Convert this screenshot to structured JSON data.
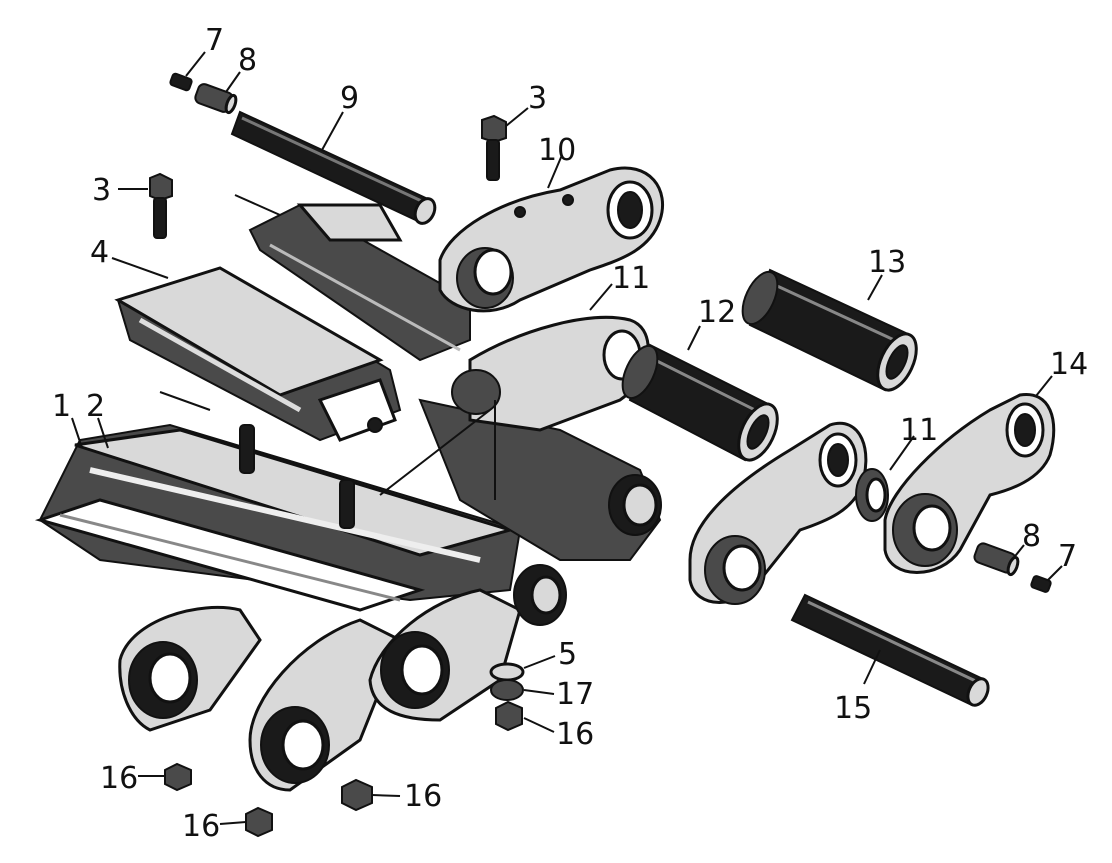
{
  "callouts": {
    "c1": "1",
    "c2": "2",
    "c3a": "3",
    "c3b": "3",
    "c4": "4",
    "c5": "5",
    "c7a": "7",
    "c7b": "7",
    "c8a": "8",
    "c8b": "8",
    "c9": "9",
    "c10": "10",
    "c11a": "11",
    "c11b": "11",
    "c12": "12",
    "c13": "13",
    "c14": "14",
    "c15": "15",
    "c16a": "16",
    "c16b": "16",
    "c16c": "16",
    "c16d": "16",
    "c17": "17"
  }
}
